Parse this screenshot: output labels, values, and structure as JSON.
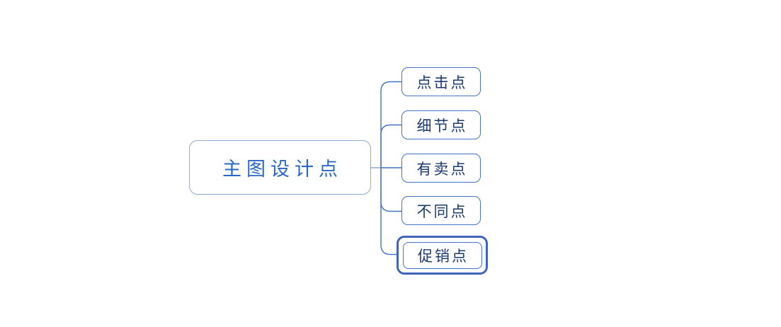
{
  "diagram": {
    "type": "mindmap",
    "root": {
      "label": "主图设计点"
    },
    "children": [
      {
        "label": "点击点",
        "selected": false
      },
      {
        "label": "细节点",
        "selected": false
      },
      {
        "label": "有卖点",
        "selected": false
      },
      {
        "label": "不同点",
        "selected": false
      },
      {
        "label": "促销点",
        "selected": true
      }
    ],
    "colors": {
      "background": "#ffffff",
      "root_border": "#8fa9d8",
      "root_text": "#2b68c5",
      "child_border": "#4472c4",
      "child_text": "#1b3a6b",
      "connector": "#4472c4",
      "connector_light": "#8fa9d8",
      "selection_border": "#4164bb"
    }
  }
}
